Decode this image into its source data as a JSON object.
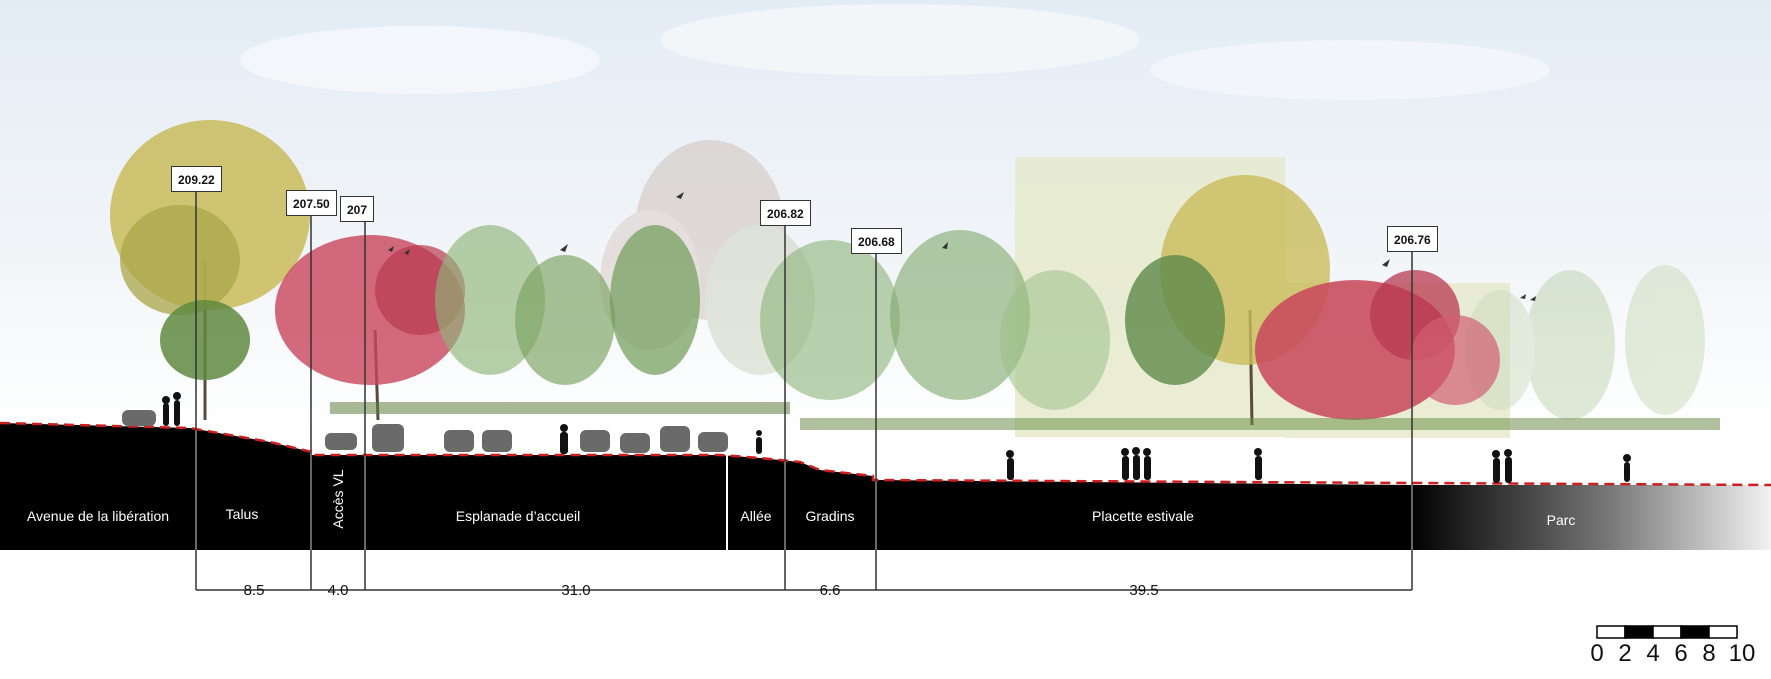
{
  "zones": [
    {
      "name": "Avenue  de la libération"
    },
    {
      "name": "Talus"
    },
    {
      "name": "Accès VL"
    },
    {
      "name": "Esplanade d’accueil"
    },
    {
      "name": "Allée"
    },
    {
      "name": "Gradins"
    },
    {
      "name": "Placette estivale"
    },
    {
      "name": "Parc"
    }
  ],
  "elevations": [
    "209.22",
    "207.50",
    "207",
    "206.82",
    "206.68",
    "206.76"
  ],
  "dimensions": [
    "8.5",
    "4.0",
    "31.0",
    "6.6",
    "39.5"
  ],
  "scale_bar": {
    "labels": [
      "0",
      "2",
      "4",
      "6",
      "8",
      "10"
    ]
  },
  "colors": {
    "ground": "#000000",
    "grade_line": "#cc1f1f",
    "sky": "#e9f0f7",
    "building": "#e8ebcf",
    "tree_yellow": "#c6b85a",
    "tree_red": "#c9445a",
    "tree_green": "#7fa86a"
  }
}
